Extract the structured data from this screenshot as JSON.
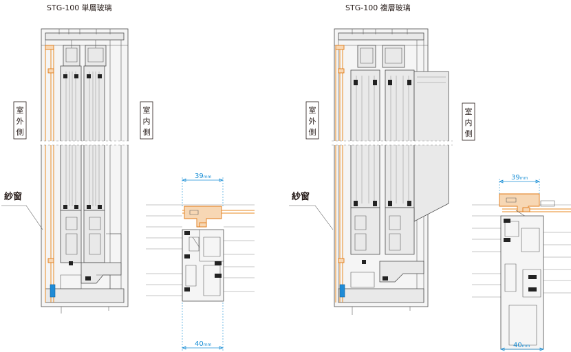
{
  "left": {
    "title": "STG-100 単層玻璃",
    "outside_label": [
      "室",
      "外",
      "側"
    ],
    "inside_label": [
      "室",
      "内",
      "側"
    ],
    "screen_label": "紗窗",
    "dim_top": "39",
    "dim_bottom": "40",
    "dim_unit": "mm"
  },
  "right": {
    "title": "STG-100 複層玻璃",
    "outside_label": [
      "室",
      "外",
      "側"
    ],
    "inside_label": [
      "室",
      "内",
      "側"
    ],
    "screen_label": "紗窗",
    "dim_top": "39",
    "dim_bottom": "40",
    "dim_unit": "mm"
  },
  "colors": {
    "screen": "#e98a22",
    "dimension": "#1a8fd6",
    "seal": "#1f8bd6"
  }
}
